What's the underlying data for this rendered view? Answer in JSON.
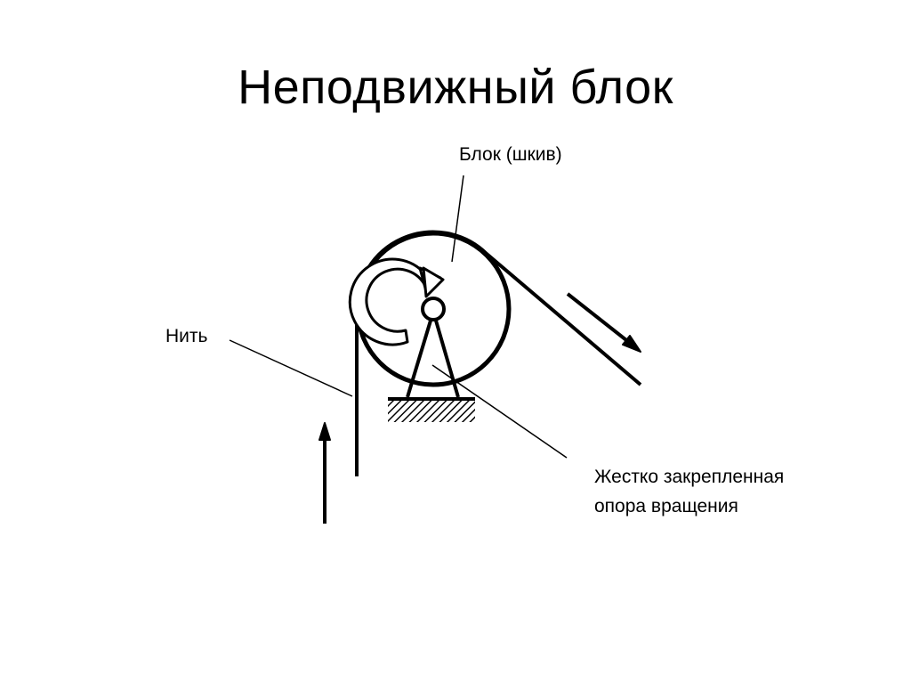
{
  "slide": {
    "title": "Неподвижный блок"
  },
  "labels": {
    "block": "Блок (шкив)",
    "thread": "Нить",
    "support_line1": "Жестко закрепленная",
    "support_line2": "опора вращения"
  },
  "icons": {
    "rotation": "curved-arrow-clockwise",
    "force_up": "arrow-up",
    "force_down_right": "arrow-down-right"
  },
  "colors": {
    "ink": "#000000",
    "background": "#ffffff"
  }
}
